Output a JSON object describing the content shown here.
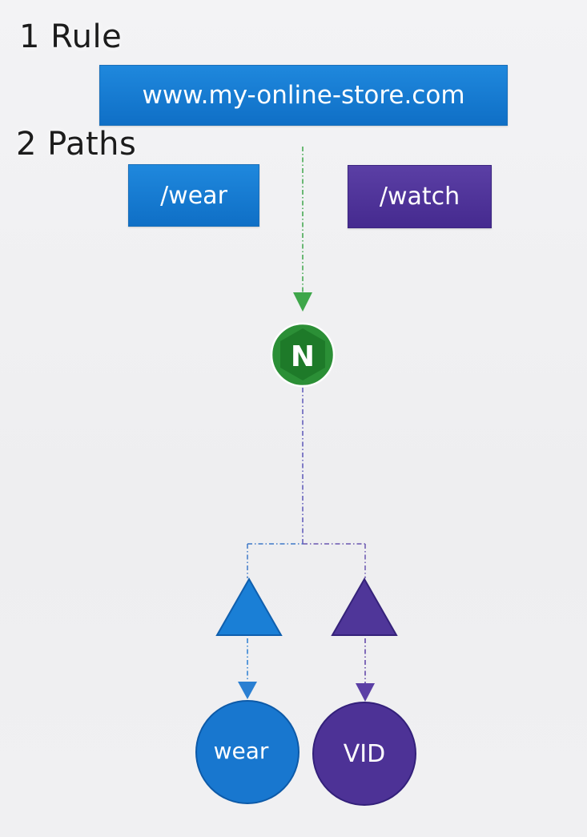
{
  "headings": {
    "rule": "1 Rule",
    "paths": "2 Paths"
  },
  "host": {
    "label": "www.my-online-store.com"
  },
  "paths": {
    "wear": "/wear",
    "watch": "/watch"
  },
  "controller": {
    "letter": "N"
  },
  "services": {
    "wear": "wear",
    "video": "VID"
  },
  "colors": {
    "blue": "#1a7fd6",
    "purple": "#4f3699",
    "green": "#1e8a2e",
    "green_arrow": "#3ea64a",
    "background": "#f1f1f3"
  }
}
